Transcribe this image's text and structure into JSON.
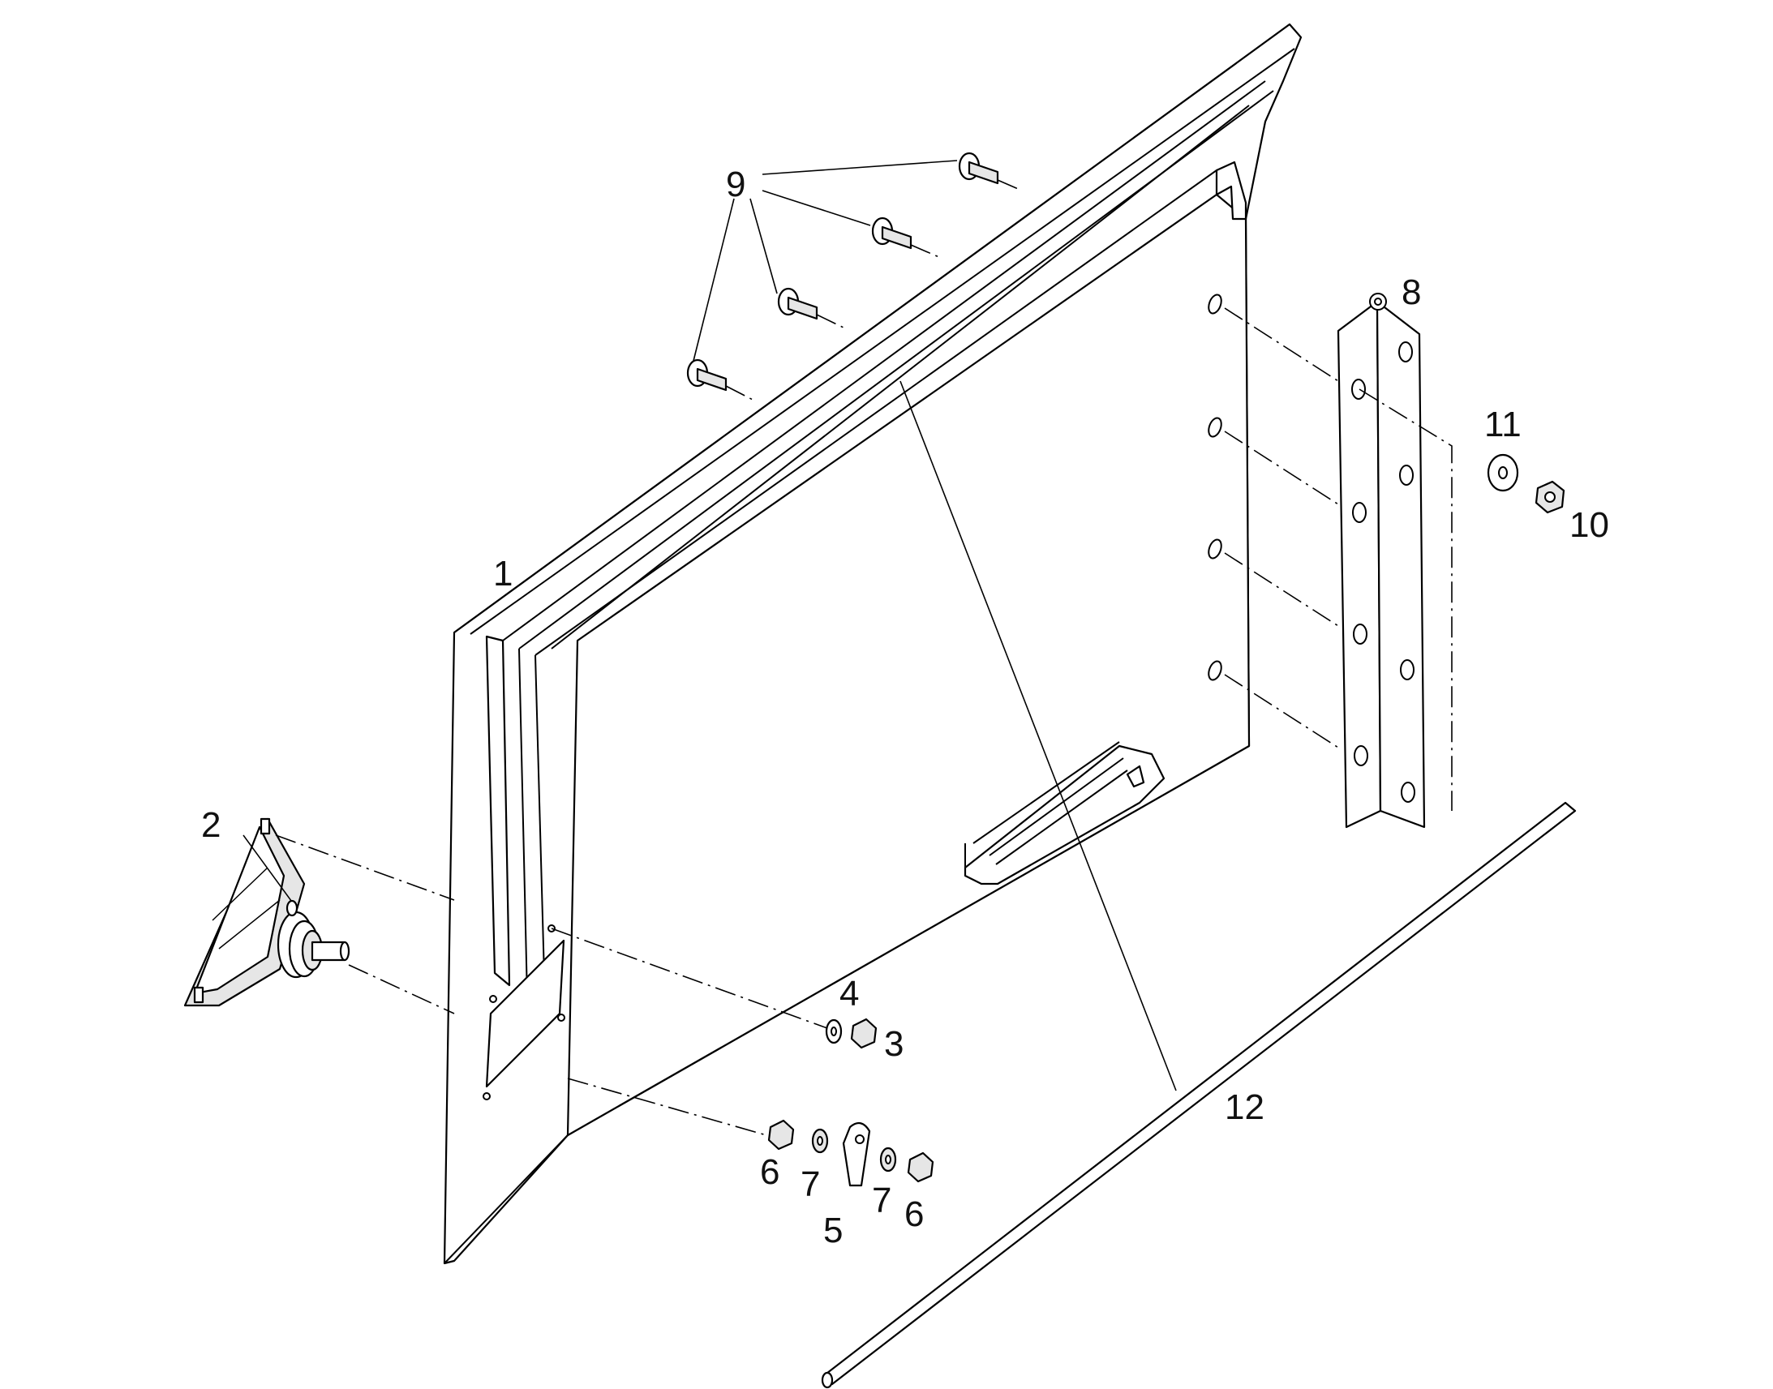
{
  "diagram": {
    "callouts": [
      {
        "id": "c1",
        "label": "1"
      },
      {
        "id": "c2",
        "label": "2"
      },
      {
        "id": "c3",
        "label": "3"
      },
      {
        "id": "c4",
        "label": "4"
      },
      {
        "id": "c5",
        "label": "5"
      },
      {
        "id": "c6a",
        "label": "6"
      },
      {
        "id": "c6b",
        "label": "6"
      },
      {
        "id": "c7a",
        "label": "7"
      },
      {
        "id": "c7b",
        "label": "7"
      },
      {
        "id": "c8",
        "label": "8"
      },
      {
        "id": "c9",
        "label": "9"
      },
      {
        "id": "c10",
        "label": "10"
      },
      {
        "id": "c11",
        "label": "11"
      },
      {
        "id": "c12",
        "label": "12"
      }
    ]
  }
}
